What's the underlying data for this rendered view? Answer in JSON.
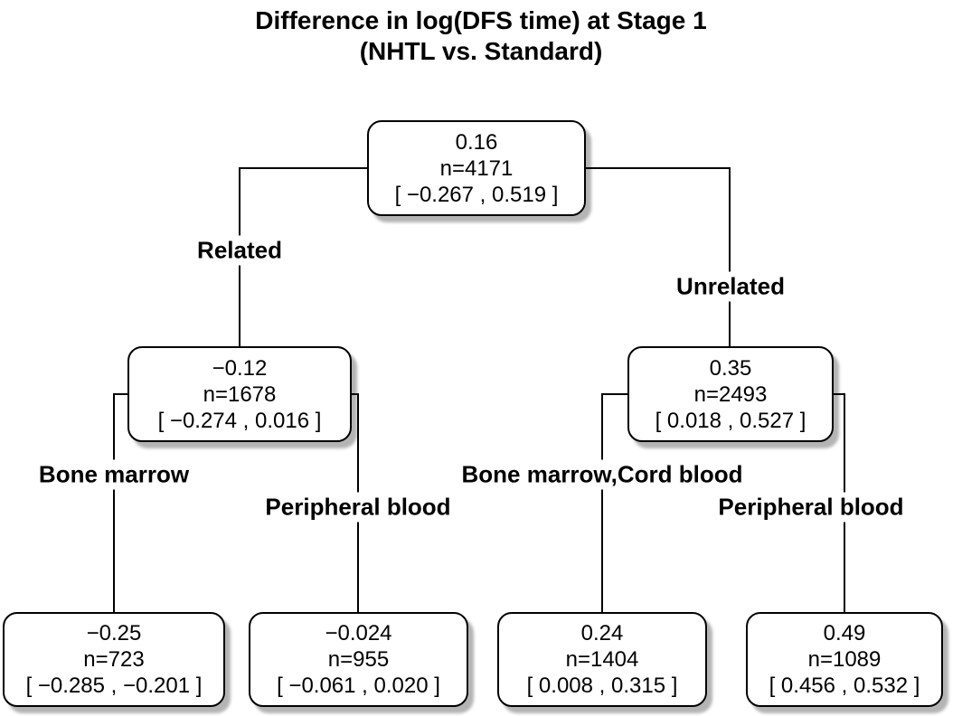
{
  "title": {
    "line1": "Difference in log(DFS time) at Stage 1",
    "line2": "(NHTL vs. Standard)"
  },
  "nodes": {
    "root": {
      "estimate": "0.16",
      "n": "n=4171",
      "ci": "[ −0.267 , 0.519 ]"
    },
    "related": {
      "estimate": "−0.12",
      "n": "n=1678",
      "ci": "[ −0.274 , 0.016 ]"
    },
    "unrelated": {
      "estimate": "0.35",
      "n": "n=2493",
      "ci": "[ 0.018 , 0.527 ]"
    },
    "related_bone_marrow": {
      "estimate": "−0.25",
      "n": "n=723",
      "ci": "[ −0.285 , −0.201 ]"
    },
    "related_peripheral_blood": {
      "estimate": "−0.024",
      "n": "n=955",
      "ci": "[ −0.061 , 0.020 ]"
    },
    "unrelated_bone_marrow_cord_blood": {
      "estimate": "0.24",
      "n": "n=1404",
      "ci": "[ 0.008 , 0.315 ]"
    },
    "unrelated_peripheral_blood": {
      "estimate": "0.49",
      "n": "n=1089",
      "ci": "[ 0.456 , 0.532 ]"
    }
  },
  "edge_labels": {
    "related": "Related",
    "unrelated": "Unrelated",
    "bone_marrow": "Bone marrow",
    "peripheral_blood_left": "Peripheral blood",
    "bone_marrow_cord_blood": "Bone marrow,Cord blood",
    "peripheral_blood_right": "Peripheral blood"
  },
  "tree_structure": {
    "split_1": "Related vs. Unrelated",
    "split_2_related": "Bone marrow vs. Peripheral blood",
    "split_2_unrelated": "Bone marrow,Cord blood vs. Peripheral blood"
  },
  "colors": {
    "background": "#ffffff",
    "node_fill": "#ffffff",
    "node_border": "#000000",
    "line": "#000000",
    "shadow": "#b4b4b4",
    "text": "#000000"
  }
}
